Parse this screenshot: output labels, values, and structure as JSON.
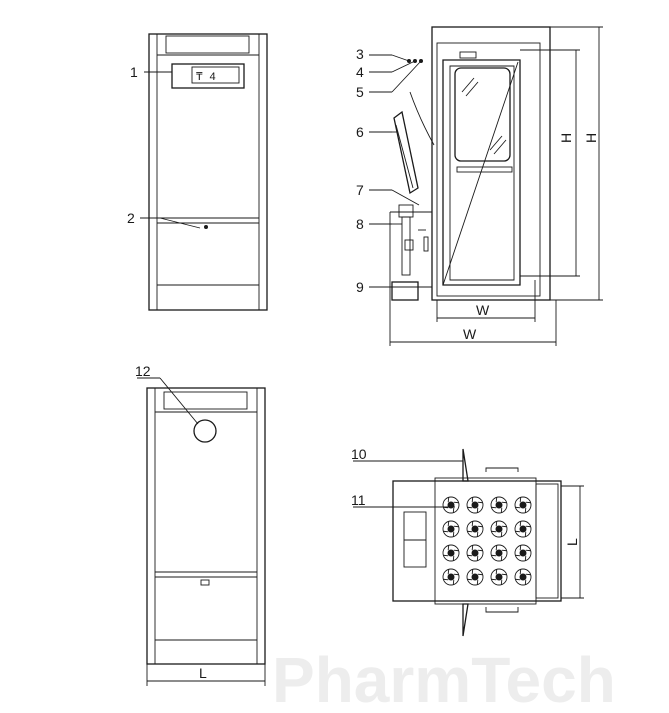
{
  "callouts": [
    "1",
    "2",
    "3",
    "4",
    "5",
    "6",
    "7",
    "8",
    "9",
    "10",
    "11",
    "12"
  ],
  "dimensions": {
    "height_inner": "H",
    "height_outer": "H",
    "width_inner": "W",
    "width_outer": "W",
    "length_back": "L",
    "length_top": "L"
  },
  "watermark": "PharmTech"
}
